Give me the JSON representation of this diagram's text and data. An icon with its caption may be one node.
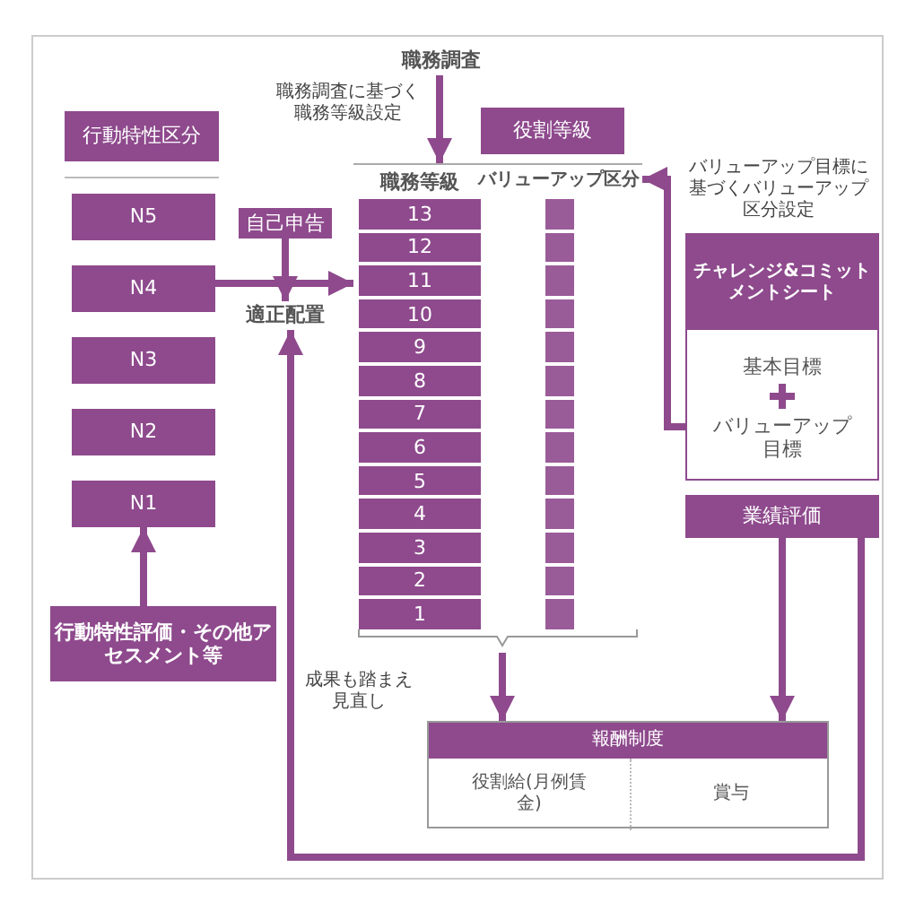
{
  "diagram": {
    "nodes": [
      {
        "text": [
          "行動特性区分"
        ]
      },
      {
        "text": [
          "N5"
        ]
      },
      {
        "text": [
          "N4"
        ]
      },
      {
        "text": [
          "N3"
        ]
      },
      {
        "text": [
          "N2"
        ]
      },
      {
        "text": [
          "N1"
        ]
      },
      {
        "text": [
          "行動特性評価・その他アセスメント等"
        ]
      },
      {
        "text": [
          "職務調査"
        ]
      },
      {
        "text": [
          "自己申告"
        ]
      },
      {
        "text": [
          "適正配置"
        ]
      },
      {
        "text": [
          "役割等級"
        ]
      },
      {
        "text": [
          "職務等級",
          "バリューアップ区分"
        ]
      },
      {
        "text": [
          "13"
        ],
        "in": 11
      },
      {
        "text": [
          "12"
        ],
        "in": 11
      },
      {
        "text": [
          "11"
        ],
        "in": 11
      },
      {
        "text": [
          "10"
        ],
        "in": 11
      },
      {
        "text": [
          "9"
        ],
        "in": 11
      },
      {
        "text": [
          "8"
        ],
        "in": 11
      },
      {
        "text": [
          "7"
        ],
        "in": 11
      },
      {
        "text": [
          "6"
        ],
        "in": 11
      },
      {
        "text": [
          "5"
        ],
        "in": 11
      },
      {
        "text": [
          "4"
        ],
        "in": 11
      },
      {
        "text": [
          "3"
        ],
        "in": 11
      },
      {
        "text": [
          "2"
        ],
        "in": 11
      },
      {
        "text": [
          "1"
        ],
        "in": 11
      },
      {
        "text": [],
        "shape": "bar",
        "in": 11
      },
      {
        "text": [],
        "shape": "bar",
        "in": 11
      },
      {
        "text": [],
        "shape": "bar",
        "in": 11
      },
      {
        "text": [],
        "shape": "bar",
        "in": 11
      },
      {
        "text": [],
        "shape": "bar",
        "in": 11
      },
      {
        "text": [],
        "shape": "bar",
        "in": 11
      },
      {
        "text": [],
        "shape": "bar",
        "in": 11
      },
      {
        "text": [],
        "shape": "bar",
        "in": 11
      },
      {
        "text": [],
        "shape": "bar",
        "in": 11
      },
      {
        "text": [],
        "shape": "bar",
        "in": 11
      },
      {
        "text": [],
        "shape": "bar",
        "in": 11
      },
      {
        "text": [],
        "shape": "bar",
        "in": 11
      },
      {
        "text": [],
        "shape": "bar",
        "in": 11
      },
      {
        "text": [
          "チャレンジ&コミットメントシート",
          "基本目標",
          "バリューアップ目標"
        ]
      },
      {
        "text": [
          "業績評価"
        ]
      },
      {
        "text": [
          "報酬制度"
        ]
      },
      {
        "text": [
          "役割給(月例賃金)"
        ],
        "in": 40
      },
      {
        "text": [
          "賞与"
        ],
        "in": 40
      }
    ],
    "edges": [
      {
        "from": 7,
        "to": 11,
        "arrow": "to",
        "label": "職務調査に基づく職務等級設定"
      },
      {
        "from": 8,
        "to": 9,
        "arrow": "to"
      },
      {
        "from": 2,
        "to": 11,
        "arrow": "to"
      },
      {
        "from": 38,
        "to": 11,
        "arrow": "to",
        "label": "バリューアップ目標に基づくバリューアップ区分設定"
      },
      {
        "from": 6,
        "to": 5,
        "arrow": "to"
      },
      {
        "from": 11,
        "to": 40,
        "arrow": "to"
      },
      {
        "from": 39,
        "to": 40,
        "arrow": "to"
      },
      {
        "from": 39,
        "to": 9,
        "arrow": "to",
        "label": "成果も踏まえ見直し"
      }
    ]
  }
}
